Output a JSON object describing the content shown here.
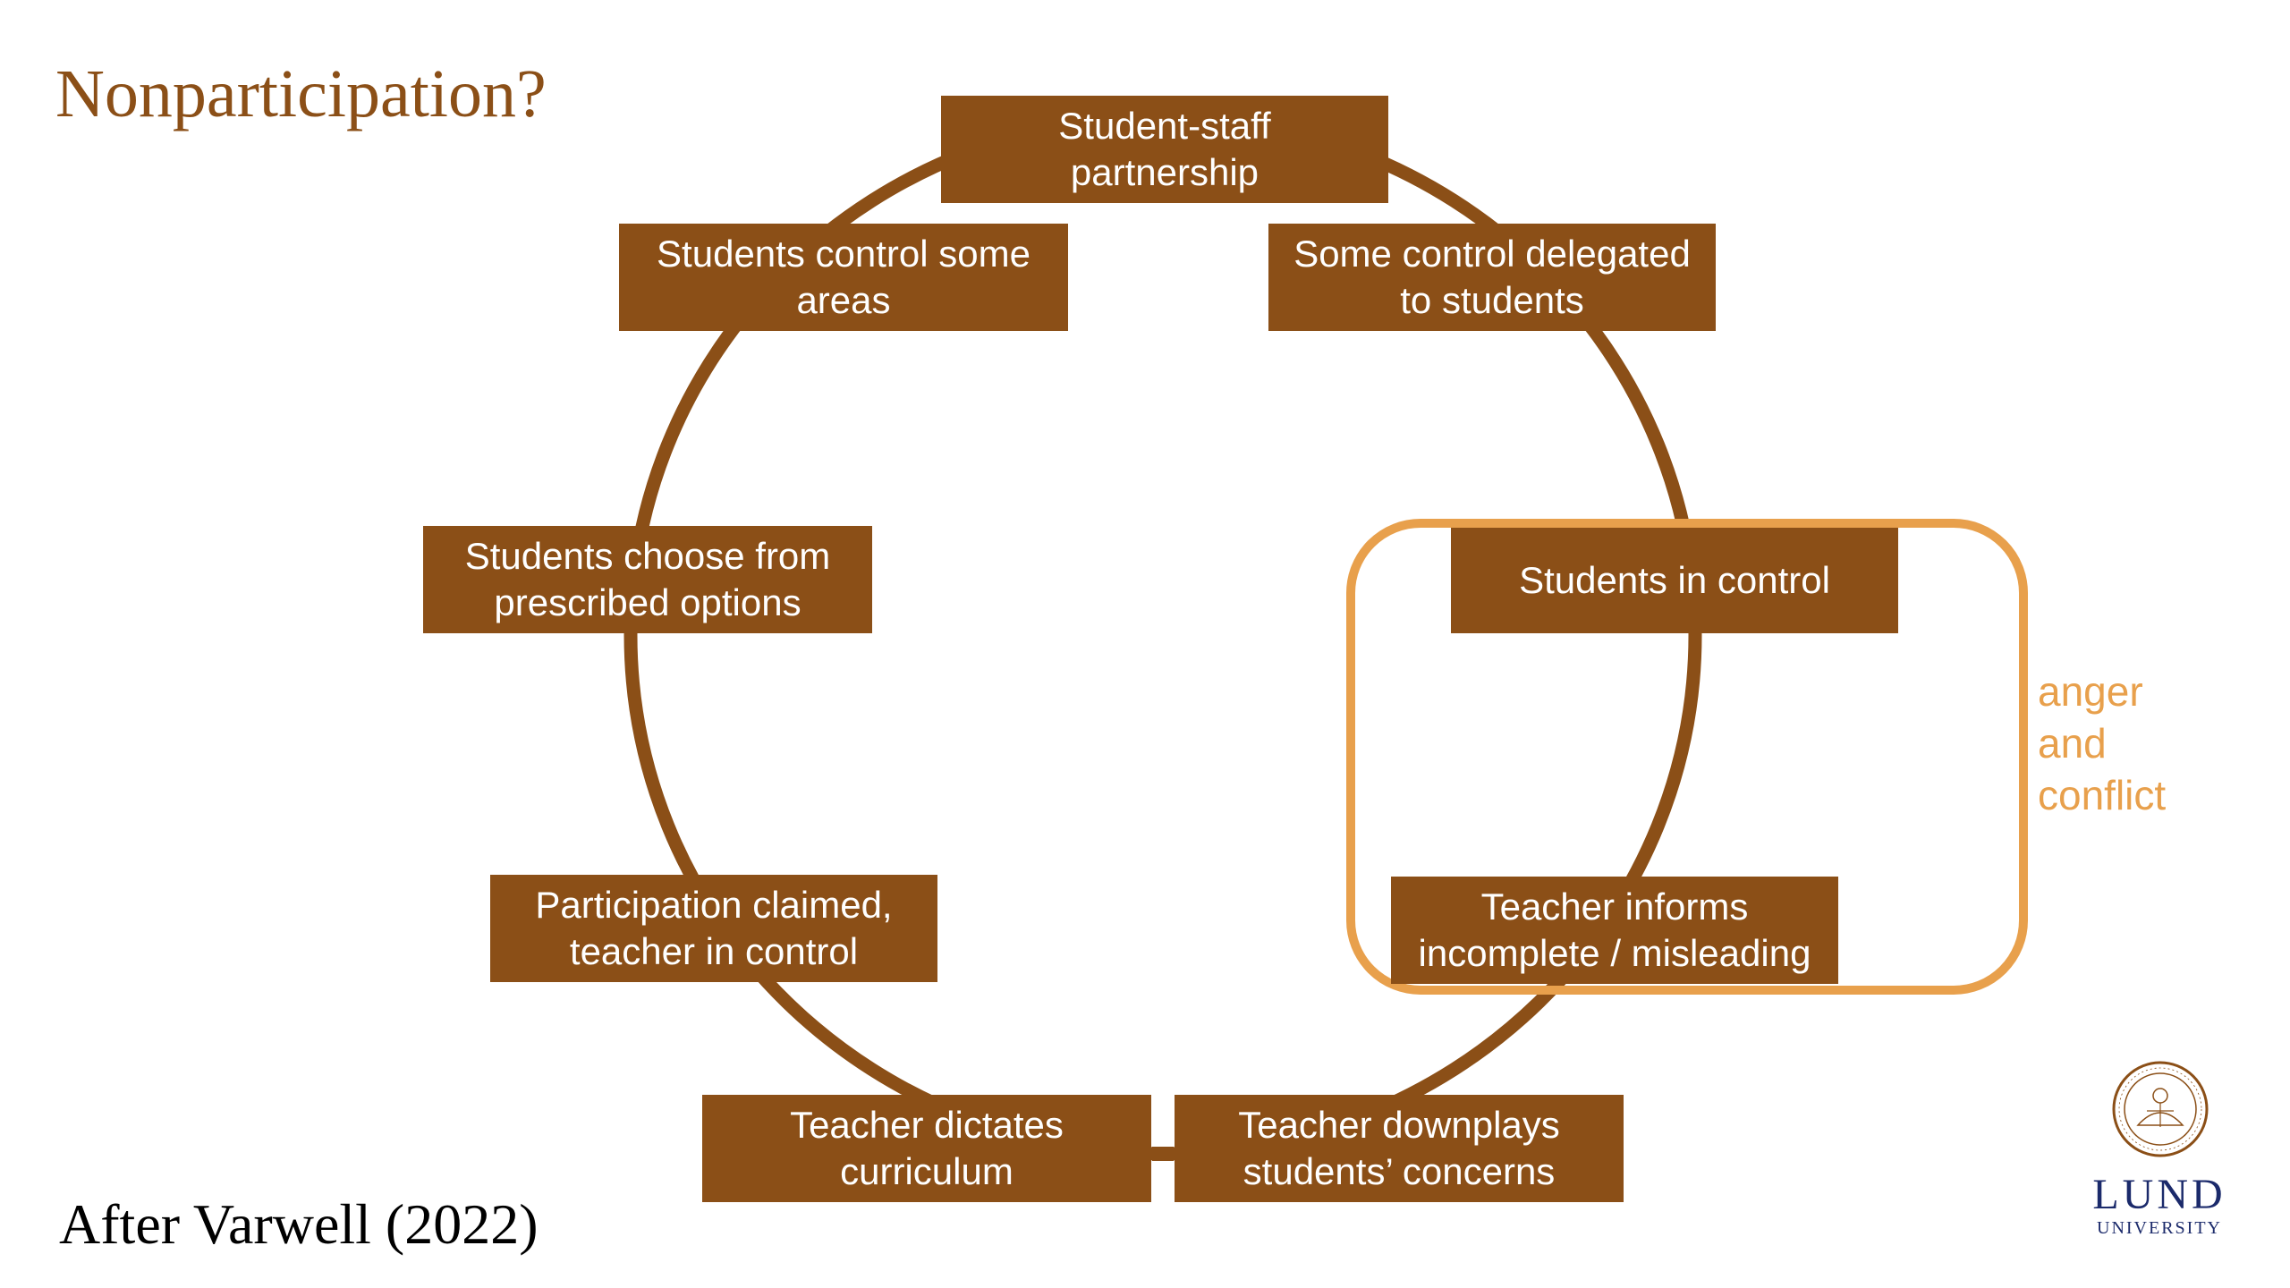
{
  "title": "Nonparticipation?",
  "source": "After Varwell (2022)",
  "colors": {
    "primary": "#8B4F17",
    "highlight": "#E8A04C",
    "node_text": "#ffffff",
    "logo": "#1B2A6B"
  },
  "cycle": {
    "nodes": [
      {
        "id": "partnership",
        "label": "Student-staff\npartnership"
      },
      {
        "id": "delegated",
        "label": "Some control delegated\nto students"
      },
      {
        "id": "in-control",
        "label": "Students in control"
      },
      {
        "id": "informs",
        "label": "Teacher informs\nincomplete / misleading"
      },
      {
        "id": "downplays",
        "label": "Teacher downplays\nstudents’ concerns"
      },
      {
        "id": "dictates",
        "label": "Teacher dictates\ncurriculum"
      },
      {
        "id": "claimed",
        "label": "Participation claimed,\nteacher in control"
      },
      {
        "id": "choose",
        "label": "Students choose from\nprescribed options"
      },
      {
        "id": "some-areas",
        "label": "Students control some\nareas"
      }
    ]
  },
  "highlight_group": {
    "members": [
      "in-control",
      "informs"
    ],
    "annotation": "anger\nand\nconflict"
  },
  "logo": {
    "name": "LUND",
    "subtitle": "UNIVERSITY",
    "icon": "university-seal-icon"
  }
}
